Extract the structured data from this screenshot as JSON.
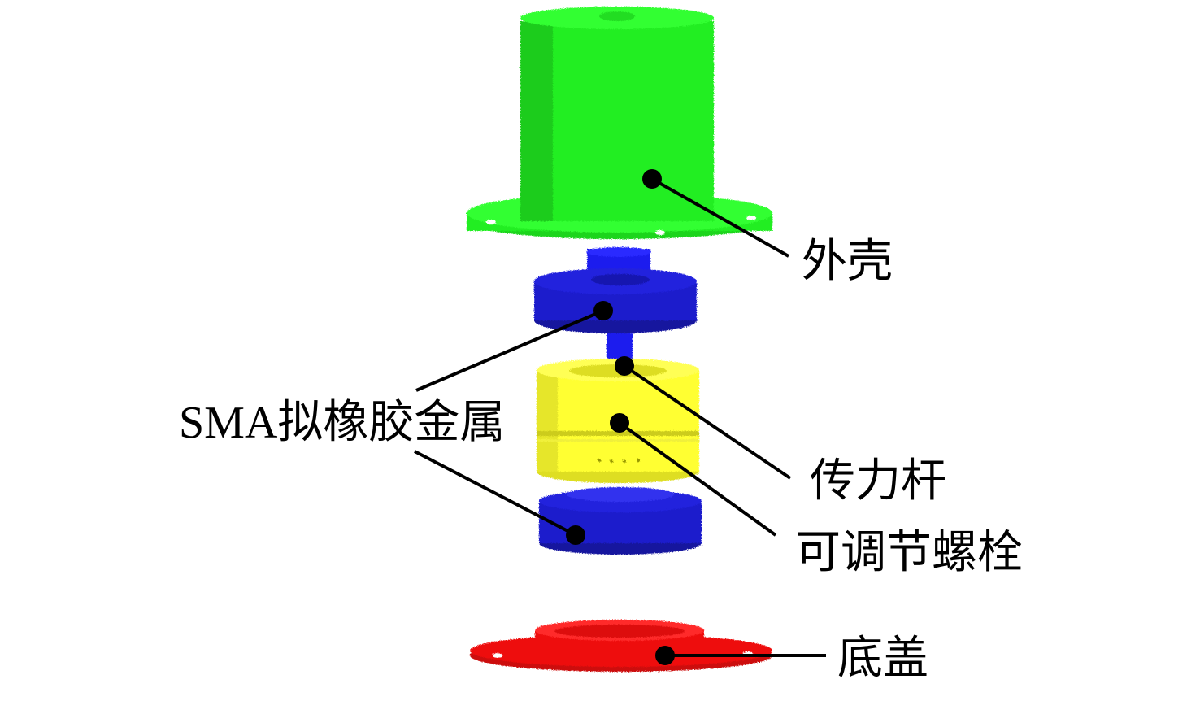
{
  "labels": {
    "housing": "外壳",
    "sma_rubber": "SMA拟橡胶金属",
    "force_rod": "传力杆",
    "adjust_bolt": "可调节螺栓",
    "bottom_cover": "底盖"
  },
  "colors": {
    "housing": "#22ee22",
    "sma_rubber": "#1a1acc",
    "force_rod": "#1a1aee",
    "adjust_bolt": "#ffff33",
    "bottom_cover": "#ee1111",
    "leader": "#000000"
  }
}
